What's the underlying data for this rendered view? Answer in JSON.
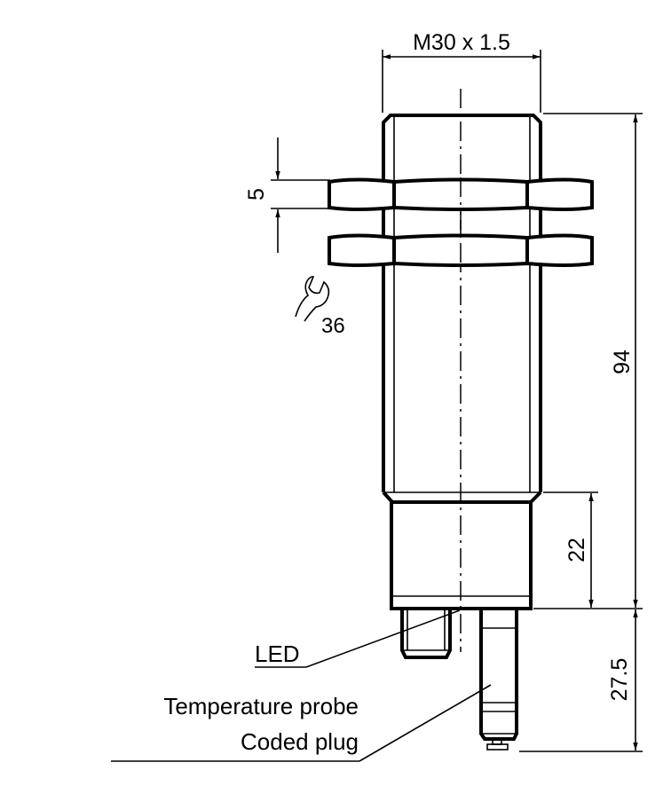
{
  "drawing": {
    "thread_label": "M30 x 1.5",
    "length_label": "94",
    "housing_label": "22",
    "probe_length_label": "27.5",
    "nut_thickness_label": "5",
    "wrench_size_label": "36",
    "led_label": "LED",
    "temperature_probe_label": "Temperature probe",
    "coded_plug_label": "Coded plug"
  }
}
